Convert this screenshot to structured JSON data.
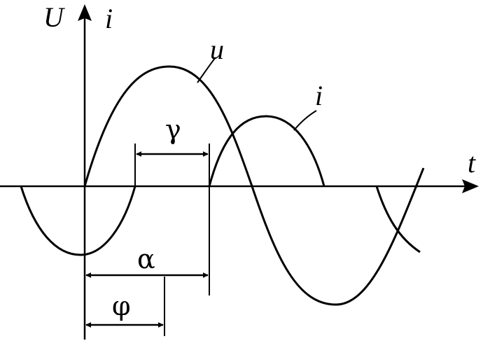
{
  "labels": {
    "y_axis_u": "U",
    "y_axis_i": "i",
    "x_axis": "t",
    "curve_u": "u",
    "curve_i": "i",
    "gamma": "γ",
    "alpha": "α",
    "phi": "φ"
  },
  "colors": {
    "stroke": "#000000",
    "background": "#ffffff"
  }
}
